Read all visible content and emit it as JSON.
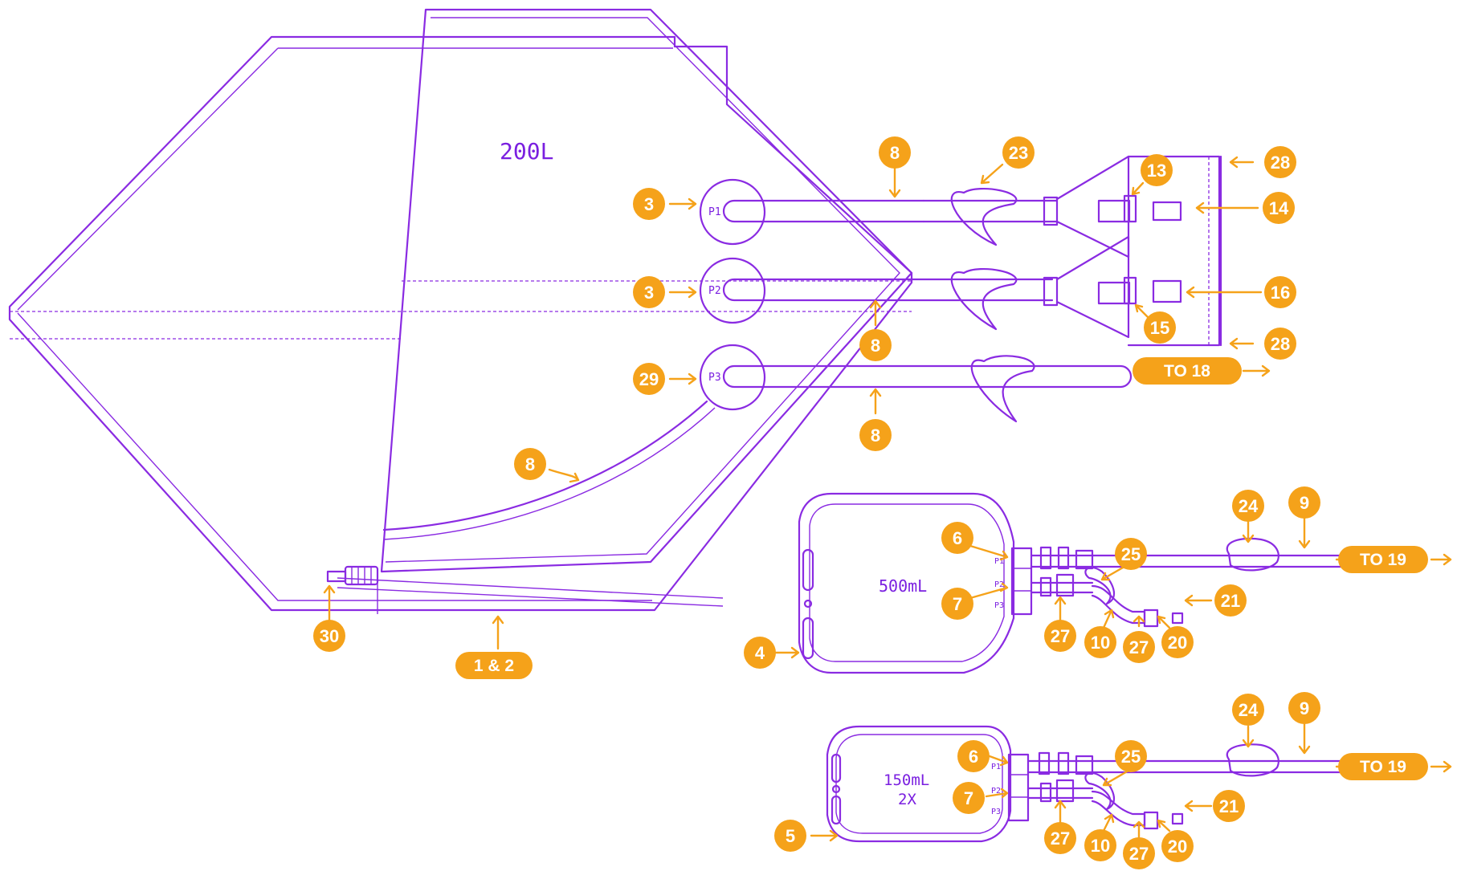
{
  "colors": {
    "outline": "#8a2be2",
    "callout": "#f5a21a",
    "callout_text": "#ffffff"
  },
  "bags": {
    "large": "200L",
    "medium": "500mL",
    "small_volume": "150mL",
    "small_count": "2X"
  },
  "ports": {
    "p1": "P1",
    "p2": "P2",
    "p3": "P3"
  },
  "callouts": [
    {
      "id": "c3a",
      "label": "3"
    },
    {
      "id": "c3b",
      "label": "3"
    },
    {
      "id": "c29",
      "label": "29"
    },
    {
      "id": "c8a",
      "label": "8"
    },
    {
      "id": "c8b",
      "label": "8"
    },
    {
      "id": "c8c",
      "label": "8"
    },
    {
      "id": "c8d",
      "label": "8"
    },
    {
      "id": "c23",
      "label": "23"
    },
    {
      "id": "c13",
      "label": "13"
    },
    {
      "id": "c14",
      "label": "14"
    },
    {
      "id": "c16",
      "label": "16"
    },
    {
      "id": "c15",
      "label": "15"
    },
    {
      "id": "c28a",
      "label": "28"
    },
    {
      "id": "c28b",
      "label": "28"
    },
    {
      "id": "c30",
      "label": "30"
    },
    {
      "id": "c6a",
      "label": "6"
    },
    {
      "id": "c7a",
      "label": "7"
    },
    {
      "id": "c4",
      "label": "4"
    },
    {
      "id": "c25a",
      "label": "25"
    },
    {
      "id": "c24a",
      "label": "24"
    },
    {
      "id": "c9a",
      "label": "9"
    },
    {
      "id": "c27a",
      "label": "27"
    },
    {
      "id": "c10a",
      "label": "10"
    },
    {
      "id": "c27b",
      "label": "27"
    },
    {
      "id": "c20a",
      "label": "20"
    },
    {
      "id": "c21a",
      "label": "21"
    },
    {
      "id": "c6b",
      "label": "6"
    },
    {
      "id": "c7b",
      "label": "7"
    },
    {
      "id": "c5",
      "label": "5"
    },
    {
      "id": "c25b",
      "label": "25"
    },
    {
      "id": "c24b",
      "label": "24"
    },
    {
      "id": "c9b",
      "label": "9"
    },
    {
      "id": "c27c",
      "label": "27"
    },
    {
      "id": "c10b",
      "label": "10"
    },
    {
      "id": "c27d",
      "label": "27"
    },
    {
      "id": "c20b",
      "label": "20"
    },
    {
      "id": "c21b",
      "label": "21"
    }
  ],
  "pills": [
    {
      "id": "p12",
      "label": "1 & 2"
    },
    {
      "id": "pto18",
      "label": "TO 18"
    },
    {
      "id": "pto19a",
      "label": "TO 19"
    },
    {
      "id": "pto19b",
      "label": "TO 19"
    }
  ]
}
